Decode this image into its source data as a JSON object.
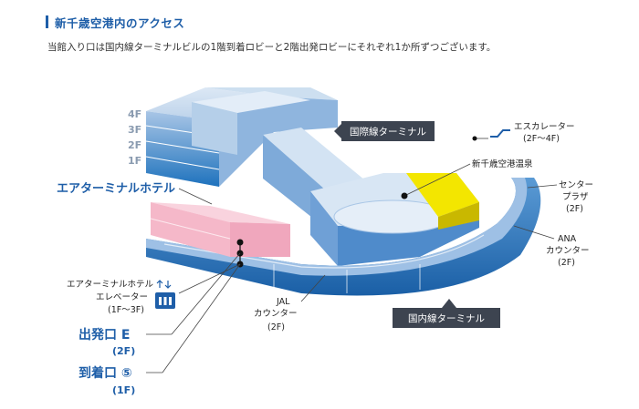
{
  "section": {
    "title": "新千歳空港内のアクセス",
    "description": "当館入り口は国内線ターミナルビルの1階到着ロビーと2階出発ロビーにそれぞれ1か所ずつございます。"
  },
  "diagram": {
    "floors": [
      "4F",
      "3F",
      "2F",
      "1F"
    ],
    "intl_terminal": "国際線ターミナル",
    "domestic_terminal": "国内線ターミナル",
    "hotel": "エアターミナルホテル",
    "escalator": {
      "name": "エスカレーター",
      "floors": "(2F～4F)"
    },
    "onsen": "新千歳空港温泉",
    "center_plaza": {
      "line1": "センター",
      "line2": "プラザ",
      "floor": "(2F)"
    },
    "ana": {
      "line1": "ANA",
      "line2": "カウンター",
      "floor": "(2F)"
    },
    "jal": {
      "line1": "JAL",
      "line2": "カウンター",
      "floor": "(2F)"
    },
    "elevator": {
      "line1": "エアターミナルホテル",
      "line2": "エレベーター",
      "floor": "(1F～3F)"
    },
    "departure": {
      "name": "出発口 E",
      "floor": "(2F)"
    },
    "arrival": {
      "name": "到着口 ⑤",
      "floor": "(1F)"
    },
    "colors": {
      "brand_blue": "#1e5ea8",
      "terminal_light": "#c9daee",
      "terminal_dark": "#1e72bd",
      "hotel_pink": "#f5b8c9",
      "onsen_yellow": "#f3e600",
      "label_box": "#3d4450"
    }
  }
}
